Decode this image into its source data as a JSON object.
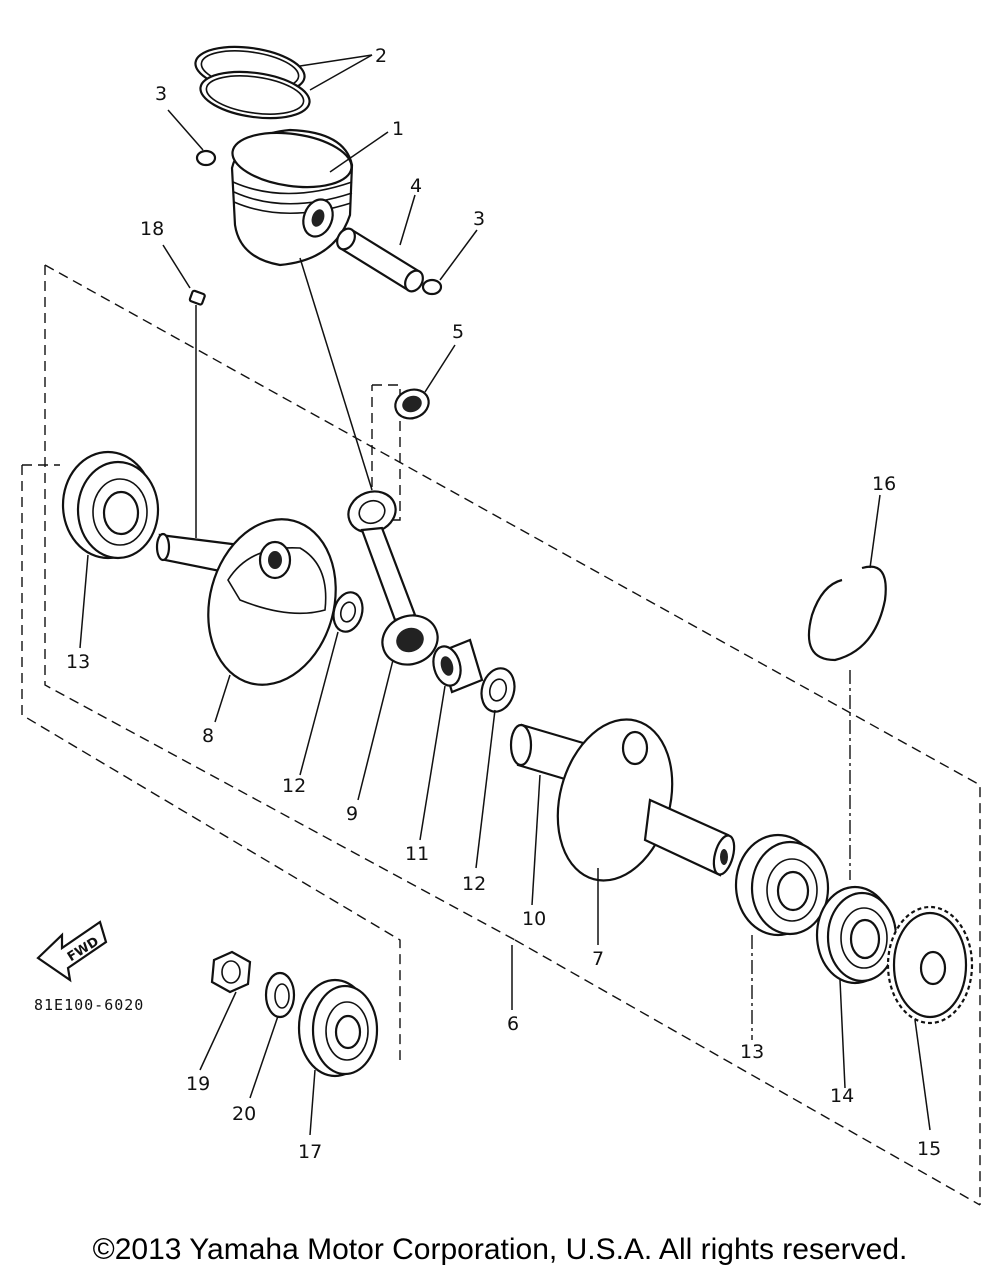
{
  "diagram": {
    "callouts": {
      "c1": "1",
      "c2": "2",
      "c3a": "3",
      "c3b": "3",
      "c4": "4",
      "c5": "5",
      "c6": "6",
      "c7": "7",
      "c8": "8",
      "c9": "9",
      "c10": "10",
      "c11": "11",
      "c12a": "12",
      "c12b": "12",
      "c13a": "13",
      "c13b": "13",
      "c14": "14",
      "c15": "15",
      "c16": "16",
      "c17": "17",
      "c18": "18",
      "c19": "19",
      "c20": "20"
    },
    "reference_code": "81E100-6020",
    "fwd_label": "FWD"
  },
  "footer": {
    "copyright": "©2013 Yamaha Motor Corporation, U.S.A. All rights reserved."
  }
}
